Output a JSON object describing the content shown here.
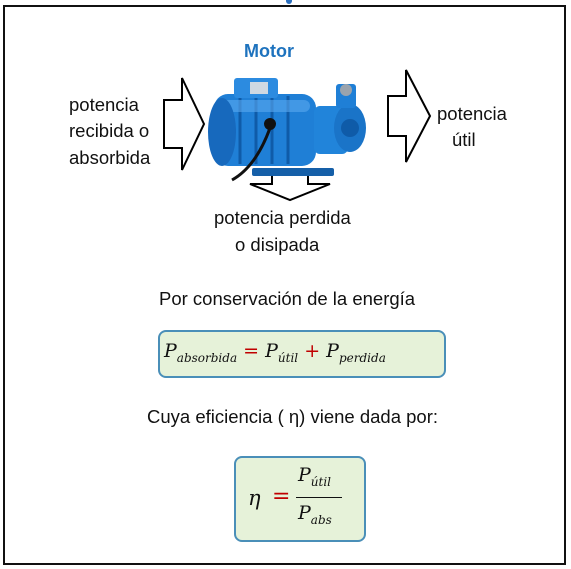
{
  "title": "Motor",
  "input_label": [
    "potencia",
    "recibida o",
    "absorbida"
  ],
  "output_label": [
    "potencia",
    "útil"
  ],
  "loss_label": [
    "potencia perdida",
    "o disipada"
  ],
  "conservation_text": "Por conservación de la energía",
  "eq1": {
    "lhs": "P",
    "lhs_sub": "absorbida",
    "op1": "=",
    "t1": "P",
    "t1_sub": "útil",
    "op2": "+",
    "t2": "P",
    "t2_sub": "perdida"
  },
  "efficiency_text": "Cuya eficiencia ( η) viene dada por:",
  "eq2": {
    "lhs": "η",
    "op": "=",
    "num": "P",
    "num_sub": "útil",
    "den": "P",
    "den_sub": "abs"
  },
  "colors": {
    "title": "#1e73be",
    "box_border": "#4a8fb8",
    "box_fill": "#e6f2d9",
    "operator": "#c00000",
    "pump": "#1f7fd6"
  }
}
